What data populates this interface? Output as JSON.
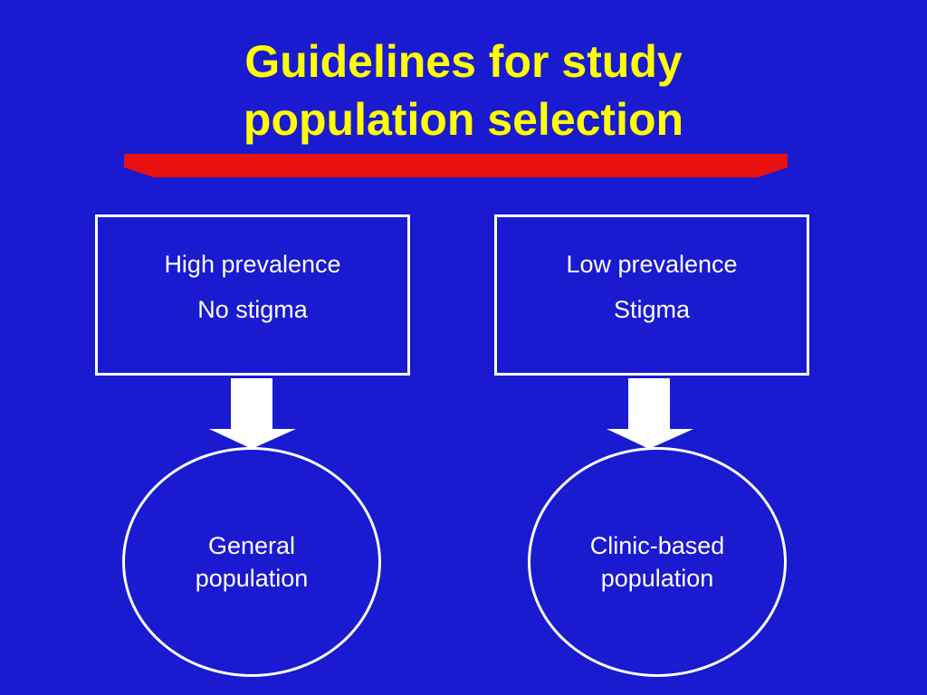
{
  "title": {
    "line1": "Guidelines for study",
    "line2": "population selection"
  },
  "colors": {
    "background": "#1a1ad0",
    "title": "#ffff00",
    "accent_bar": "#e81010",
    "shapes": "#ffffff"
  },
  "boxes": [
    {
      "line1": "High prevalence",
      "line2": "No stigma"
    },
    {
      "line1": "Low prevalence",
      "line2": "Stigma"
    }
  ],
  "circles": [
    {
      "line1": "General",
      "line2": "population"
    },
    {
      "line1": "Clinic-based",
      "line2": "population"
    }
  ]
}
